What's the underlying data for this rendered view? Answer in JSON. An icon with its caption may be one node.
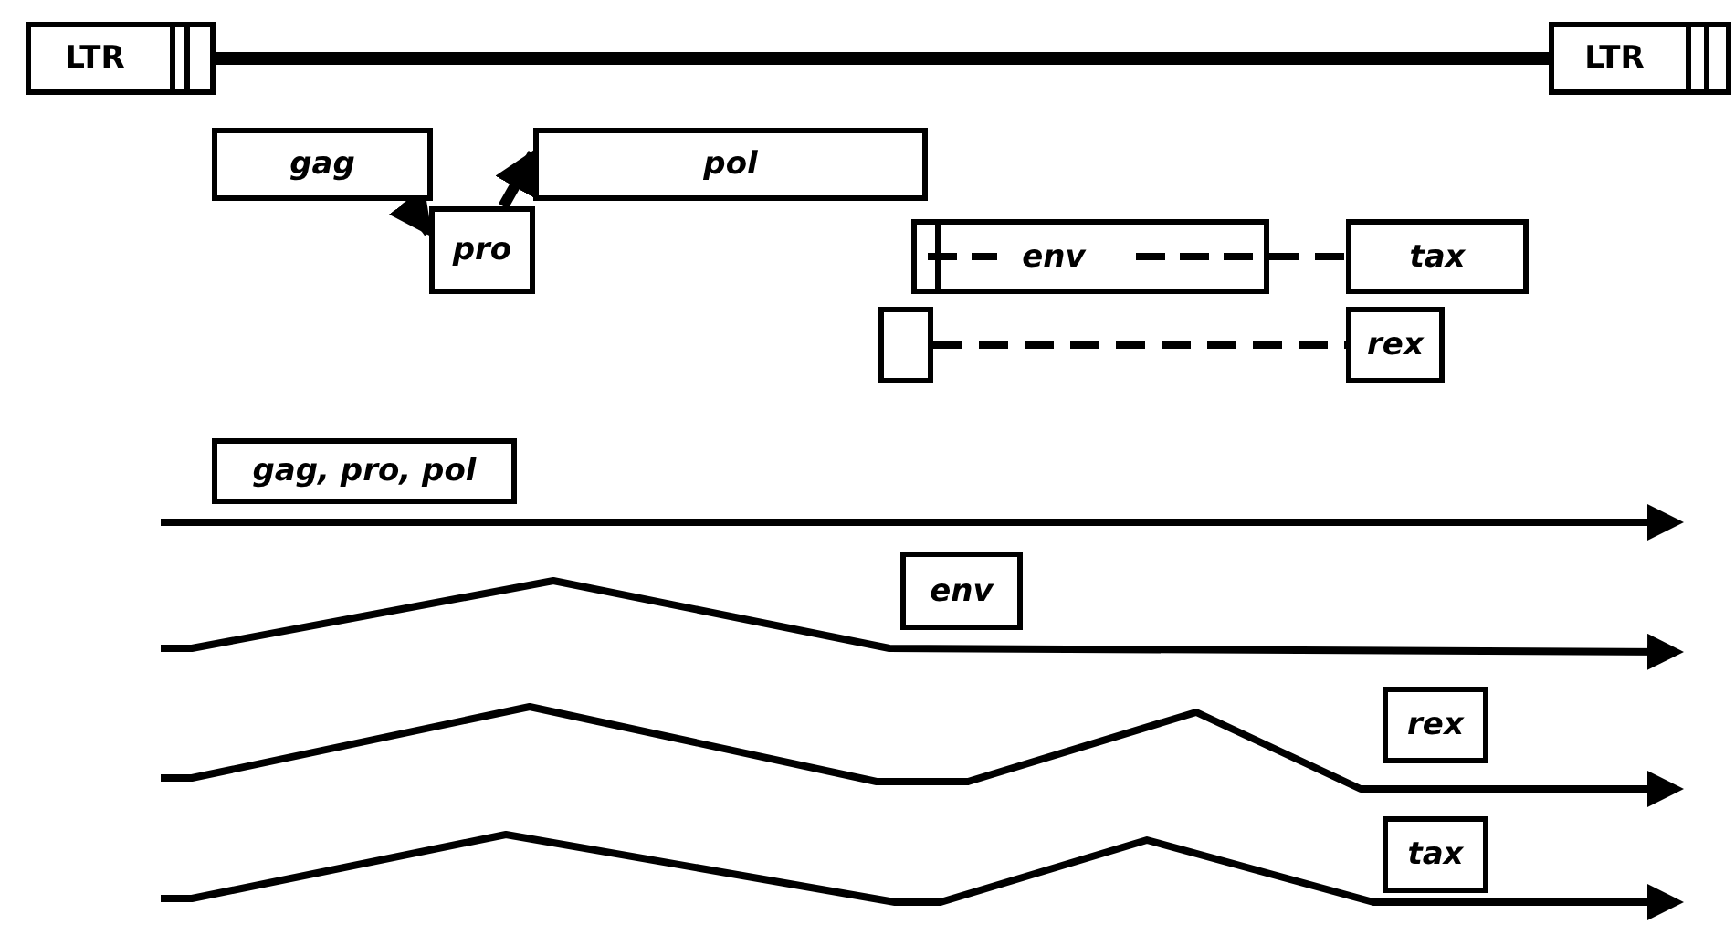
{
  "diagram": {
    "nodes": [
      {
        "text": [
          "LTR"
        ]
      },
      {
        "text": [
          "LTR"
        ]
      },
      {
        "text": [
          "gag"
        ]
      },
      {
        "text": [
          "pol"
        ]
      },
      {
        "text": [
          "pro"
        ]
      },
      {
        "text": [
          "env"
        ]
      },
      {
        "text": [
          "tax"
        ]
      },
      {
        "text": [],
        "shape": "box"
      },
      {
        "text": [
          "rex"
        ]
      },
      {
        "text": [
          "gag, pro, pol"
        ]
      },
      {
        "text": [
          "env"
        ]
      },
      {
        "text": [
          "rex"
        ]
      },
      {
        "text": [
          "tax"
        ]
      }
    ],
    "edges": [
      {
        "from": 0,
        "to": 1,
        "arrow": "none"
      },
      {
        "from": 2,
        "to": 4,
        "arrow": "to"
      },
      {
        "from": 4,
        "to": 3,
        "arrow": "to"
      },
      {
        "from": 5,
        "to": 6,
        "arrow": "none",
        "style": "dashed"
      },
      {
        "from": 7,
        "to": 8,
        "arrow": "none",
        "style": "dashed"
      }
    ]
  }
}
